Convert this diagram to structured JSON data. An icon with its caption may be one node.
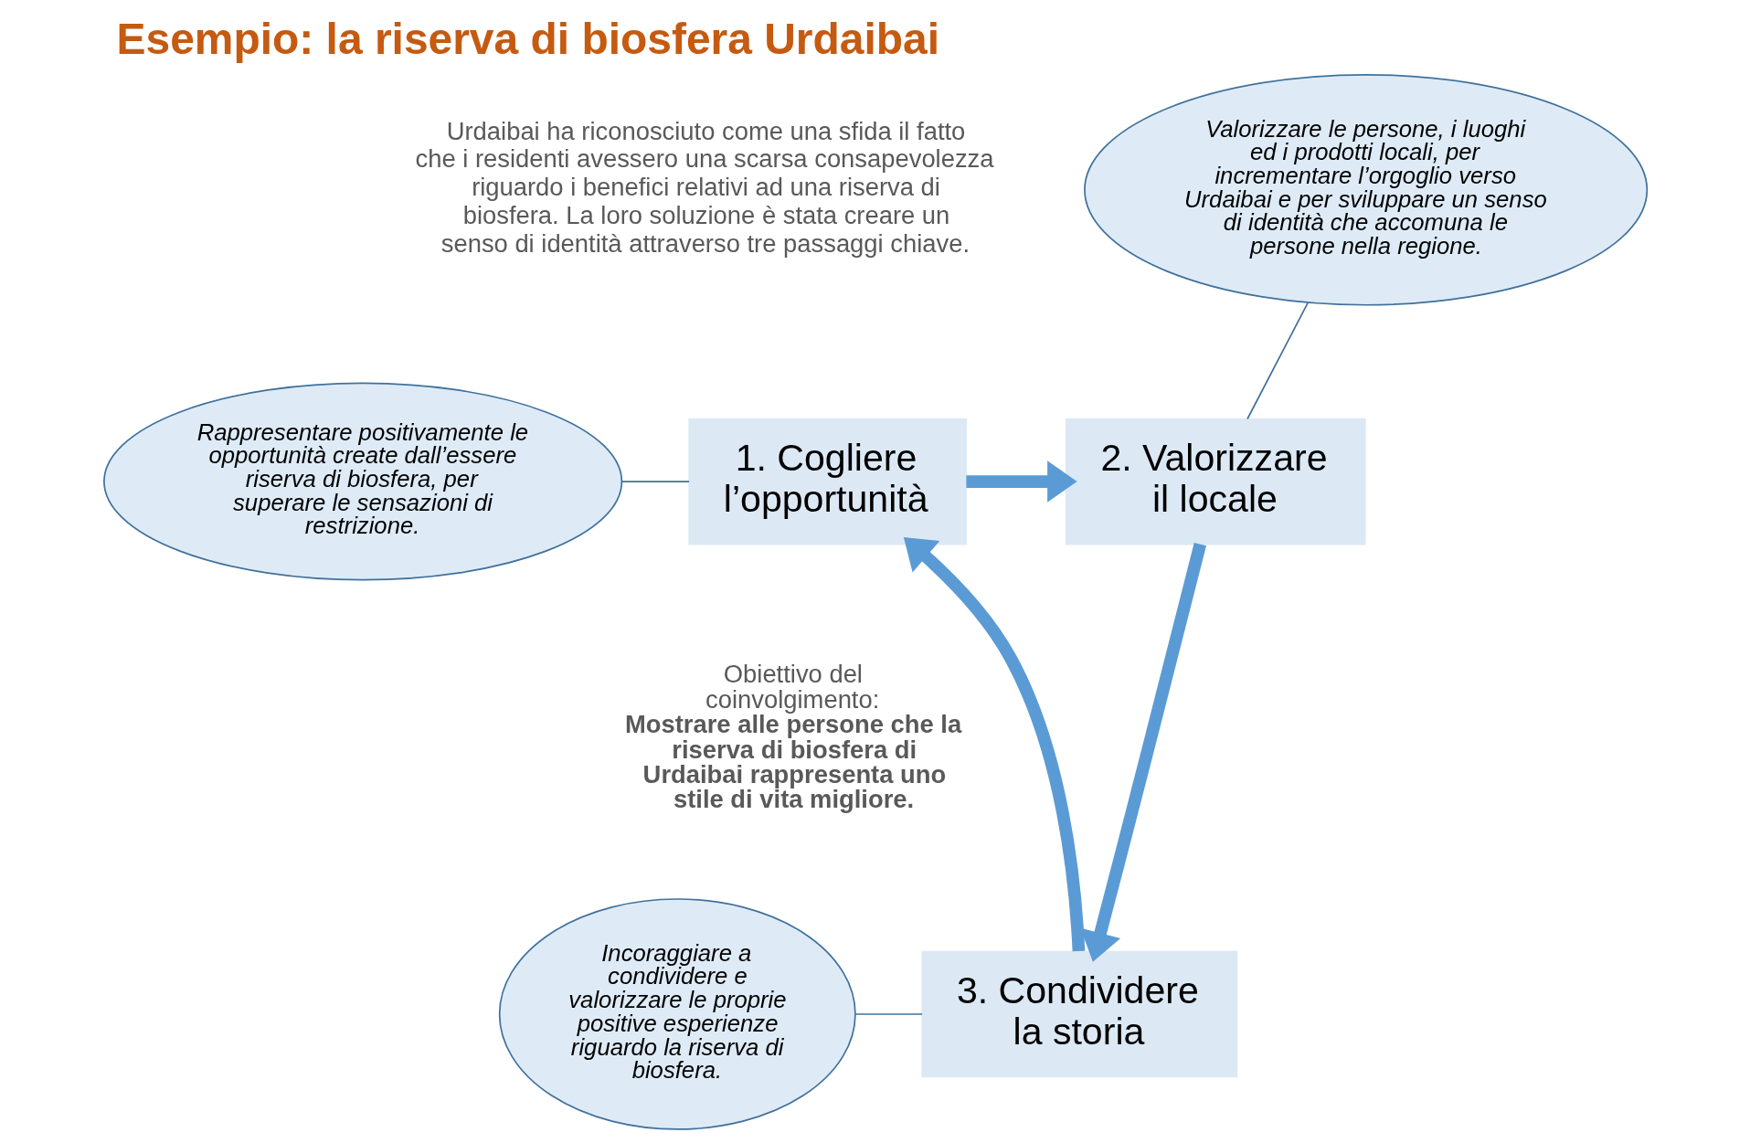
{
  "diagram": {
    "title": "Esempio: la riserva di biosfera Urdaibai",
    "nodes": [
      {
        "text": [
          "1. Cogliere l’opportunità"
        ]
      },
      {
        "text": [
          "2. Valorizzare il locale"
        ]
      },
      {
        "text": [
          "3. Condividere la storia"
        ]
      },
      {
        "text": [
          "Valorizzare le persone, i luoghi ed i prodotti locali, per incrementare l’orgoglio verso Urdaibai e per sviluppare un senso di identità che accomuna le persone nella regione."
        ]
      },
      {
        "text": [
          "Rappresentare positivamente le opportunità create dall’essere riserva di biosfera, per superare le sensazioni di restrizione."
        ]
      },
      {
        "text": [
          "Incoraggiare a condividere e valorizzare le proprie positive esperienze riguardo la riserva di biosfera."
        ]
      }
    ],
    "edges": [
      {
        "from": 0,
        "to": 1,
        "arrow": "to",
        "style": "thick"
      },
      {
        "from": 1,
        "to": 2,
        "arrow": "to",
        "style": "thick"
      },
      {
        "from": 2,
        "to": 0,
        "arrow": "to",
        "style": "thick"
      },
      {
        "from": 3,
        "to": 1,
        "arrow": "none"
      },
      {
        "from": 4,
        "to": 0,
        "arrow": "none"
      },
      {
        "from": 5,
        "to": 2,
        "arrow": "none"
      }
    ],
    "labels": [
      "Urdaibai ha riconosciuto come una sfida il fatto che i residenti avessero una scarsa consapevolezza riguardo i benefici relativi ad una riserva di biosfera. La loro soluzione è stata creare un senso di identità attraverso tre passaggi chiave.",
      "Obiettivo del coinvolgimento:",
      "Mostrare alle persone che la riserva di biosfera di Urdaibai rappresenta uno stile di vita migliore."
    ]
  }
}
